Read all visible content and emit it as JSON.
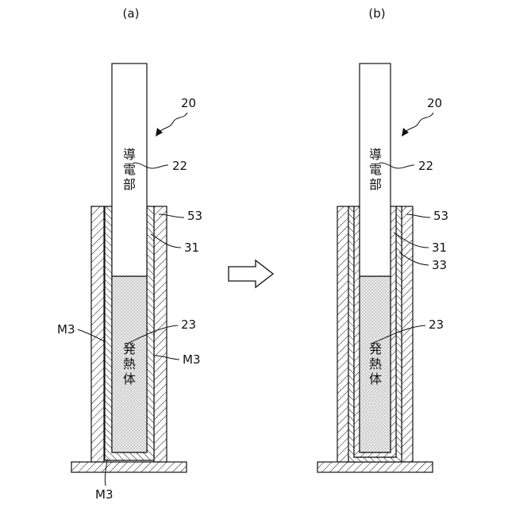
{
  "panels": [
    {
      "id": "a",
      "label": "(a)",
      "ref": "20",
      "conductor": {
        "text": [
          "導",
          "電",
          "部"
        ],
        "ref": "22"
      },
      "heater": {
        "text": [
          "発",
          "熱",
          "体"
        ],
        "ref": "23"
      },
      "refs": {
        "outer": "53",
        "inner": "31",
        "mid": "",
        "gap_left": "M3",
        "gap_right": "M3",
        "gap_bottom": "M3"
      }
    },
    {
      "id": "b",
      "label": "(b)",
      "ref": "20",
      "conductor": {
        "text": [
          "導",
          "電",
          "部"
        ],
        "ref": "22"
      },
      "heater": {
        "text": [
          "発",
          "熱",
          "体"
        ],
        "ref": "23"
      },
      "refs": {
        "outer": "53",
        "inner": "31",
        "mid": "33",
        "gap_left": "",
        "gap_right": "",
        "gap_bottom": ""
      }
    }
  ],
  "arrow_icon": "right-block-arrow"
}
